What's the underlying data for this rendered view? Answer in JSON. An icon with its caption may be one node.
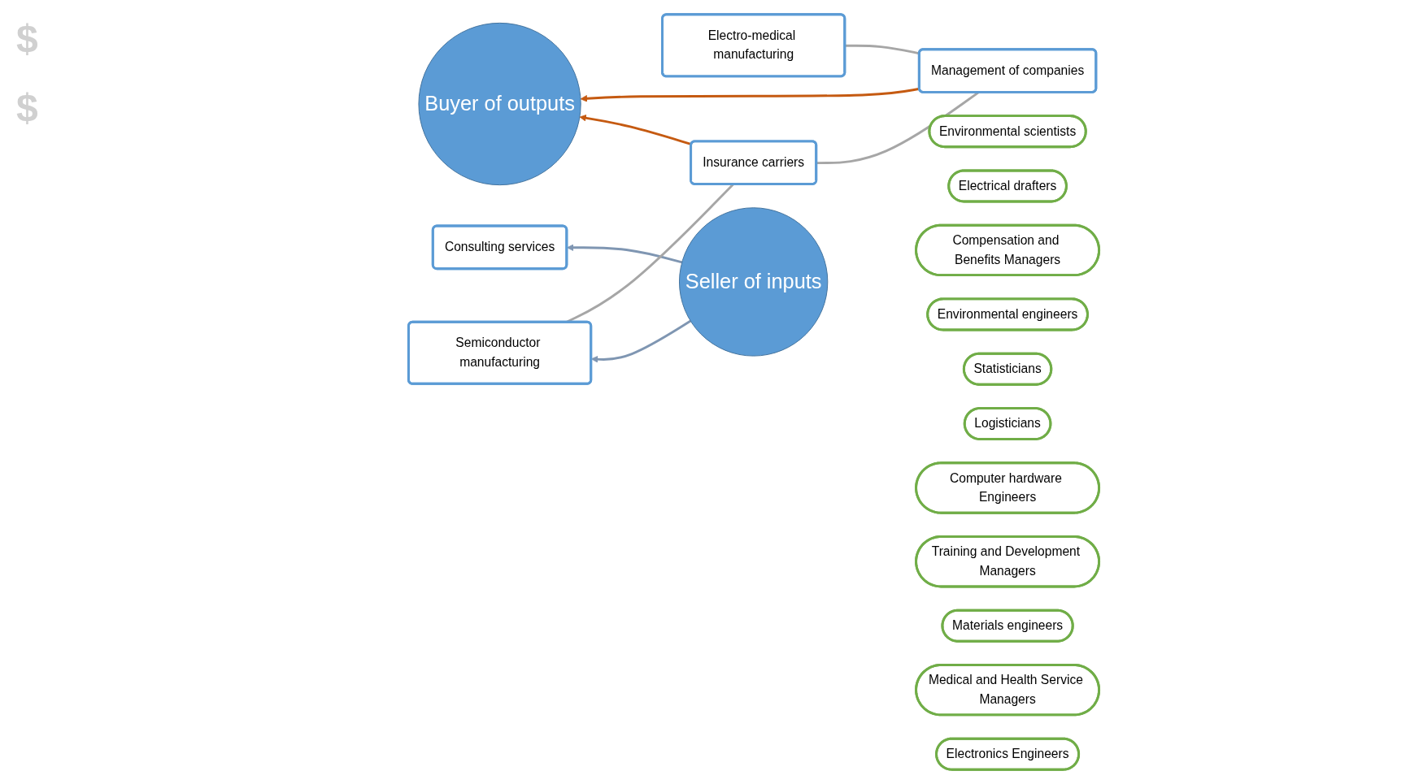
{
  "diagram": {
    "nodes": [
      {
        "text": [
          "Semiconductor manufacturing"
        ]
      },
      {
        "text": [
          "Electro-medical manufacturing"
        ]
      },
      {
        "text": [
          "Insurance carriers"
        ]
      },
      {
        "text": [
          "Consulting services"
        ]
      },
      {
        "text": [
          "Management of companies"
        ]
      },
      {
        "text": [
          "Seller of inputs"
        ]
      },
      {
        "text": [
          "Buyer of outputs"
        ]
      },
      {
        "text": [
          "Environmental scientists"
        ]
      },
      {
        "text": [
          "Electrical drafters"
        ]
      },
      {
        "text": [
          "Compensation and Benefits Managers"
        ]
      },
      {
        "text": [
          "Environmental engineers"
        ]
      },
      {
        "text": [
          "Statisticians"
        ]
      },
      {
        "text": [
          "Logisticians"
        ]
      },
      {
        "text": [
          "Computer hardware Engineers"
        ]
      },
      {
        "text": [
          "Training and Development Managers"
        ]
      },
      {
        "text": [
          "Materials engineers"
        ]
      },
      {
        "text": [
          "Medical and Health Service Managers"
        ]
      },
      {
        "text": [
          "Electronics Engineers"
        ]
      }
    ],
    "edges": [
      {
        "from": 5,
        "to": 0,
        "arrow": "to",
        "color": "#7f96b2"
      },
      {
        "from": 5,
        "to": 3,
        "arrow": "to",
        "color": "#7f96b2"
      },
      {
        "from": 2,
        "to": 6,
        "arrow": "to",
        "color": "#c55a11"
      },
      {
        "from": 4,
        "to": 6,
        "arrow": "to",
        "color": "#c55a11"
      },
      {
        "from": 2,
        "to": 0,
        "arrow": "none",
        "color": "#a6a6a6"
      },
      {
        "from": 4,
        "to": 1,
        "arrow": "none",
        "color": "#a6a6a6"
      },
      {
        "from": 4,
        "to": 2,
        "arrow": "none",
        "color": "#a6a6a6"
      }
    ],
    "labels": [
      "$",
      "$"
    ]
  }
}
